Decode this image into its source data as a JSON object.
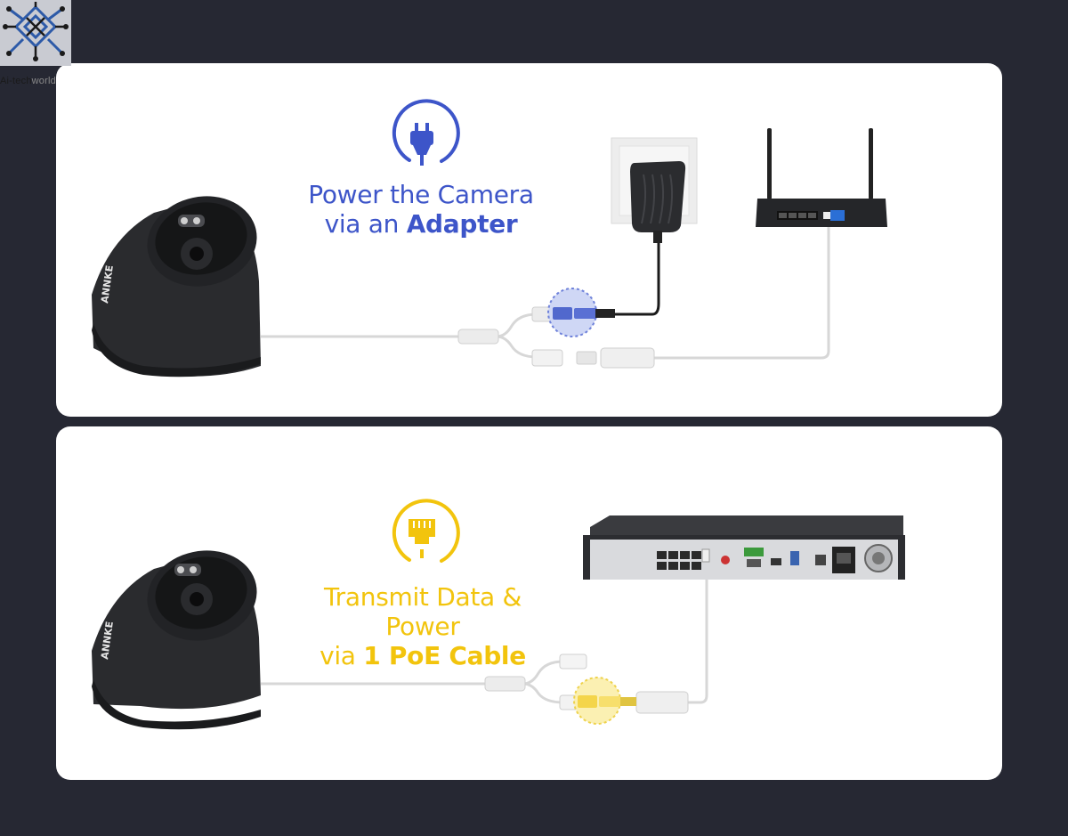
{
  "watermark": {
    "brand": "Ai-tech",
    "brand_suffix": "world"
  },
  "panels": [
    {
      "icon": "power-plug-icon",
      "line1": "Power the Camera",
      "line2_prefix": "via an ",
      "line2_bold": "Adapter",
      "accent": "#3d55c9"
    },
    {
      "icon": "ethernet-port-icon",
      "line1": "Transmit Data & Power",
      "line2_prefix": "via ",
      "line2_bold": "1 PoE Cable",
      "accent": "#f2c40d"
    }
  ],
  "camera_brand": "ANNKE"
}
